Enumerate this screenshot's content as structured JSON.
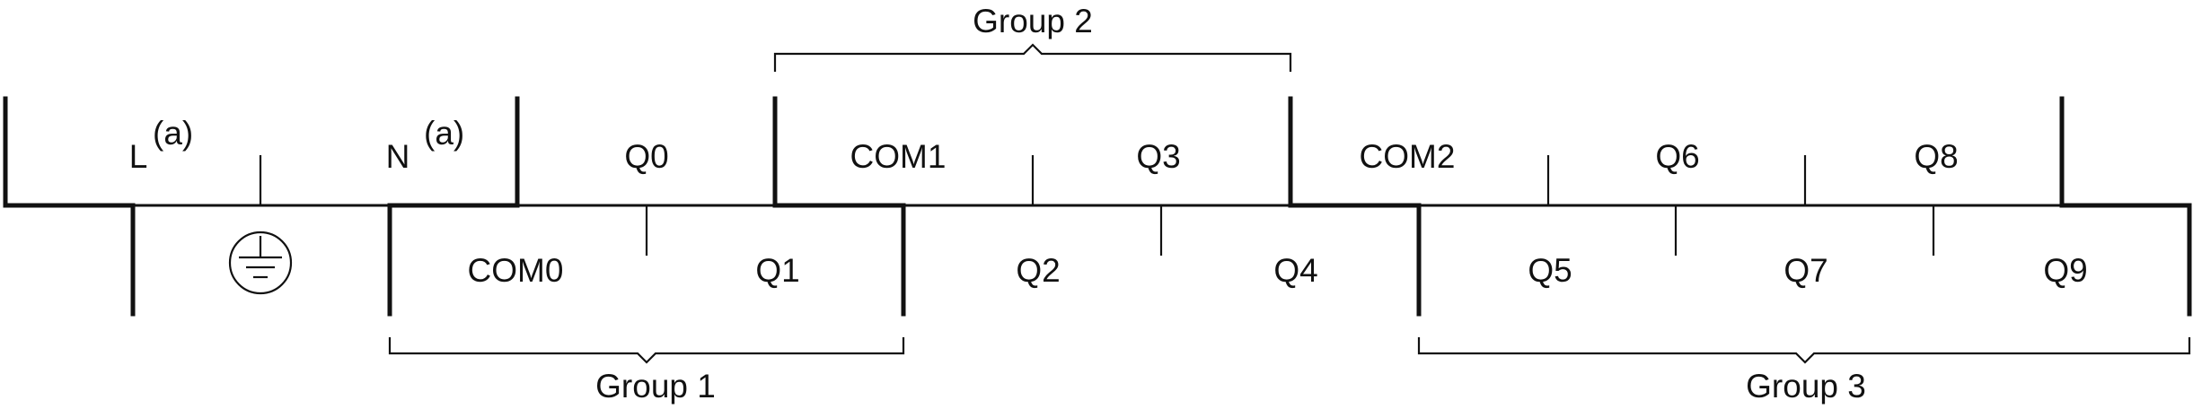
{
  "terminals": {
    "L": "L",
    "L_note": "(a)",
    "N": "N",
    "N_note": "(a)",
    "top": [
      "Q0",
      "COM1",
      "Q3",
      "COM2",
      "Q6",
      "Q8"
    ],
    "bottom": [
      "COM0",
      "Q1",
      "Q2",
      "Q4",
      "Q5",
      "Q7",
      "Q9"
    ]
  },
  "groups": {
    "group1": "Group 1",
    "group2": "Group 2",
    "group3": "Group 3"
  },
  "icons": {
    "ground": "protective-earth-ground-icon"
  }
}
